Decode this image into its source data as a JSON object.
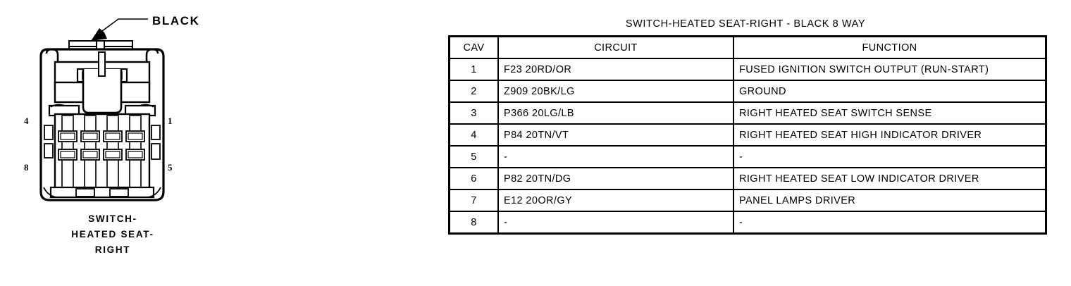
{
  "connector": {
    "callout_label": "BLACK",
    "callout_icon": "arrow-pointer-icon",
    "pin_numbers": {
      "top_left": "4",
      "bottom_left": "8",
      "top_right": "1",
      "bottom_right": "5"
    },
    "caption_lines": [
      "SWITCH-",
      "HEATED SEAT-",
      "RIGHT"
    ],
    "cavity_grid": {
      "columns": 4,
      "rows": 2,
      "total": 8
    }
  },
  "table": {
    "title": "SWITCH-HEATED SEAT-RIGHT - BLACK 8 WAY",
    "headers": [
      "CAV",
      "CIRCUIT",
      "FUNCTION"
    ],
    "rows": [
      {
        "cav": "1",
        "circuit": "F23 20RD/OR",
        "function": "FUSED IGNITION SWITCH OUTPUT (RUN-START)"
      },
      {
        "cav": "2",
        "circuit": "Z909 20BK/LG",
        "function": "GROUND"
      },
      {
        "cav": "3",
        "circuit": "P366 20LG/LB",
        "function": "RIGHT HEATED SEAT SWITCH SENSE"
      },
      {
        "cav": "4",
        "circuit": "P84 20TN/VT",
        "function": "RIGHT HEATED SEAT HIGH INDICATOR DRIVER"
      },
      {
        "cav": "5",
        "circuit": "-",
        "function": "-"
      },
      {
        "cav": "6",
        "circuit": "P82 20TN/DG",
        "function": "RIGHT HEATED SEAT LOW INDICATOR DRIVER"
      },
      {
        "cav": "7",
        "circuit": "E12 20OR/GY",
        "function": "PANEL LAMPS DRIVER"
      },
      {
        "cav": "8",
        "circuit": "-",
        "function": "-"
      }
    ]
  },
  "colors": {
    "ink": "#000000",
    "background": "#ffffff"
  }
}
